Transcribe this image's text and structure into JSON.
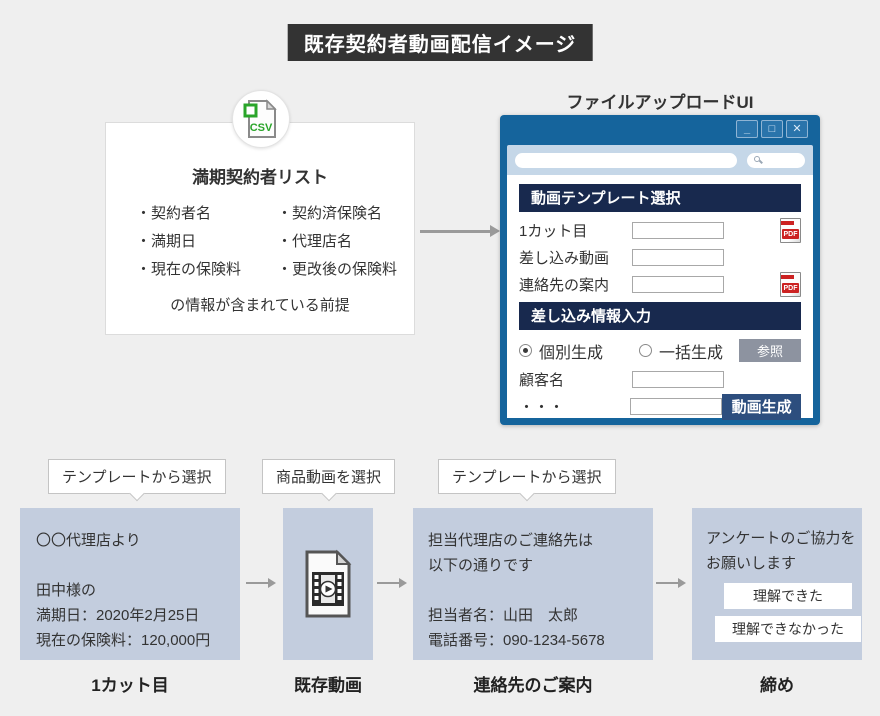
{
  "banner": {
    "title": "既存契約者動画配信イメージ"
  },
  "source_panel": {
    "csv_icon_label": "CSV",
    "title": "満期契約者リスト",
    "bullets_left": [
      "・契約者名",
      "・満期日",
      "・現在の保険料"
    ],
    "bullets_right": [
      "・契約済保険名",
      "・代理店名",
      "・更改後の保険料"
    ],
    "footer": "の情報が含まれている前提"
  },
  "upload_ui": {
    "caption": "ファイルアップロードUI",
    "window": {
      "minimize_glyph": "_",
      "maximize_glyph": "□",
      "close_glyph": "✕",
      "template_section": {
        "header": "動画テンプレート選択",
        "rows": [
          {
            "label": "1カット目",
            "has_pdf": true
          },
          {
            "label": "差し込み動画",
            "has_pdf": false
          },
          {
            "label": "連絡先の案内",
            "has_pdf": true
          }
        ],
        "pdf_icon_label": "PDF"
      },
      "merge_section": {
        "header": "差し込み情報入力",
        "radio_individual": "個別生成",
        "radio_batch": "一括生成",
        "browse_button": "参照",
        "customer_label": "顧客名",
        "more_label": "・・・",
        "generate_button": "動画生成"
      }
    }
  },
  "flow": {
    "tooltips": [
      "テンプレートから選択",
      "商品動画を選択",
      "テンプレートから選択"
    ],
    "step1": {
      "caption": "1カット目",
      "lines": [
        "〇〇代理店より",
        "",
        "田中様の",
        "満期日：2020年2月25日",
        "現在の保険料：120,000円"
      ]
    },
    "step2": {
      "caption": "既存動画"
    },
    "step3": {
      "caption": "連絡先のご案内",
      "lines": [
        "担当代理店のご連絡先は",
        "以下の通りです",
        "",
        "担当者名：山田　太郎",
        "電話番号：090-1234-5678"
      ]
    },
    "step4": {
      "caption": "締め",
      "lines": [
        "アンケートのご協力を",
        "お願いします"
      ],
      "buttons": [
        "理解できた",
        "理解できなかった"
      ]
    }
  },
  "colors": {
    "banner_dark": "#333333",
    "window_blue": "#15649c",
    "address_strip_blue": "#c5d7e8",
    "section_navy": "#18294e",
    "generate_button_navy": "#2d4e7e",
    "browse_button_gray": "#8d93a0",
    "flow_box_blue_gray": "#c3cdde",
    "arrow_gray": "#9a9a9a",
    "pdf_red": "#cc2222",
    "csv_green": "#2aa52a"
  }
}
